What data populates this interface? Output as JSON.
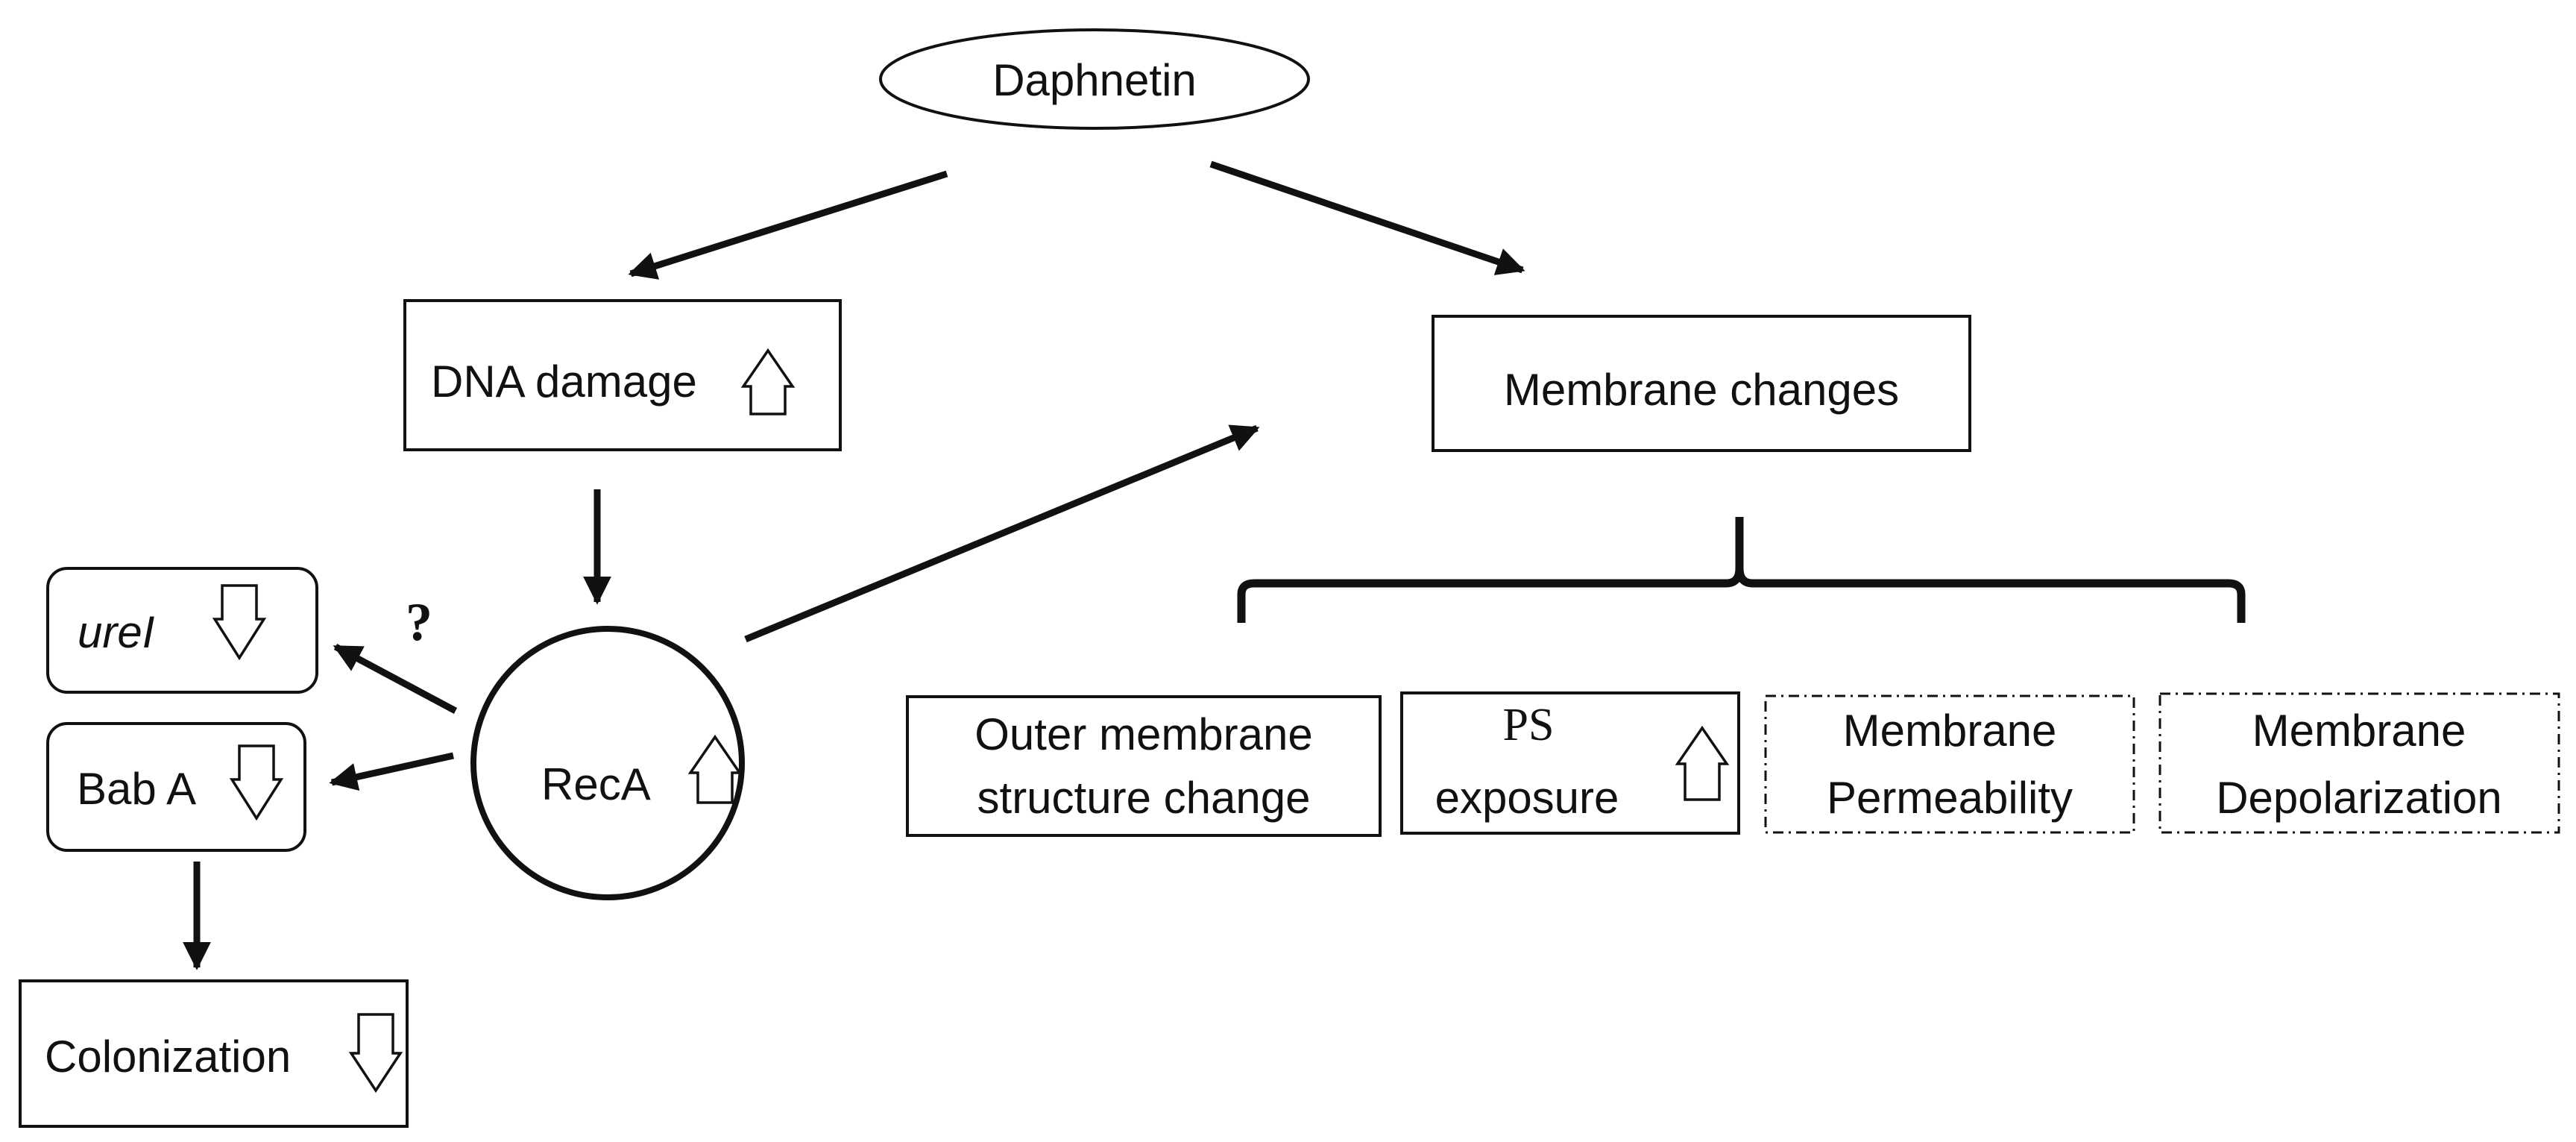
{
  "nodes": {
    "daphnetin": "Daphnetin",
    "dna_damage": "DNA damage",
    "membrane_changes": "Membrane changes",
    "urei": "ureI",
    "bab_a": "Bab A",
    "reca": "RecA",
    "colonization": "Colonization",
    "outer_membrane_line1": "Outer membrane",
    "outer_membrane_line2": "structure change",
    "ps_line1": "PS",
    "ps_line2": "exposure",
    "permeability_line1": "Membrane",
    "permeability_line2": "Permeability",
    "depolarization_line1": "Membrane",
    "depolarization_line2": "Depolarization"
  },
  "question_mark": "?",
  "indicators": {
    "dna_damage": "up",
    "reca": "up",
    "ps_exposure": "up",
    "urei": "down",
    "bab_a": "down",
    "colonization": "down"
  },
  "edges": [
    {
      "from": "Daphnetin",
      "to": "DNA damage"
    },
    {
      "from": "Daphnetin",
      "to": "Membrane changes"
    },
    {
      "from": "DNA damage",
      "to": "RecA"
    },
    {
      "from": "RecA",
      "to": "Membrane changes"
    },
    {
      "from": "RecA",
      "to": "ureI",
      "label": "?"
    },
    {
      "from": "RecA",
      "to": "Bab A"
    },
    {
      "from": "Bab A",
      "to": "Colonization"
    },
    {
      "from": "Membrane changes",
      "to": [
        "Outer membrane structure change",
        "PS exposure",
        "Membrane Permeability",
        "Membrane Depolarization"
      ]
    }
  ]
}
